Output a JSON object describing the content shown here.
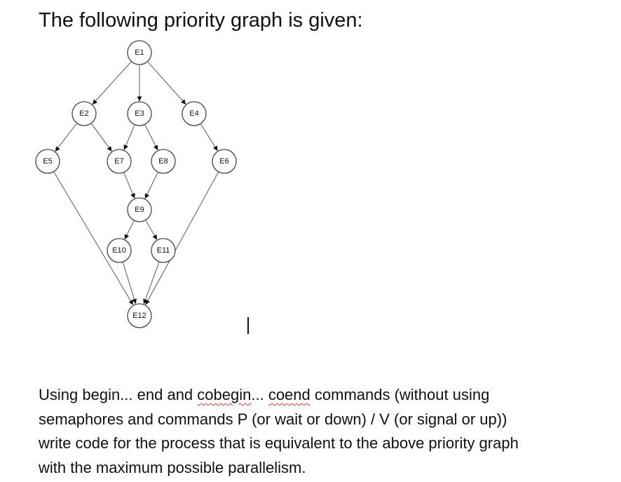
{
  "heading": "The following priority graph is given:",
  "graph": {
    "nodes": [
      "E1",
      "E2",
      "E3",
      "E4",
      "E5",
      "E6",
      "E7",
      "E8",
      "E9",
      "E10",
      "E11",
      "E12"
    ],
    "edges": [
      [
        "E1",
        "E2"
      ],
      [
        "E1",
        "E3"
      ],
      [
        "E1",
        "E4"
      ],
      [
        "E2",
        "E5"
      ],
      [
        "E2",
        "E7"
      ],
      [
        "E3",
        "E7"
      ],
      [
        "E3",
        "E8"
      ],
      [
        "E4",
        "E6"
      ],
      [
        "E7",
        "E9"
      ],
      [
        "E8",
        "E9"
      ],
      [
        "E9",
        "E10"
      ],
      [
        "E9",
        "E11"
      ],
      [
        "E5",
        "E12"
      ],
      [
        "E10",
        "E12"
      ],
      [
        "E11",
        "E12"
      ],
      [
        "E6",
        "E12"
      ]
    ]
  },
  "question": {
    "line1_a": "Using begin... end and ",
    "line1_b": "cobegin",
    "line1_c": "... ",
    "line1_d": "coend",
    "line1_e": " commands (without using",
    "line2": "semaphores and commands P (or wait or down) / V (or signal or up))",
    "line3": "write code for the process that is equivalent to the above priority graph",
    "line4": "with the maximum possible parallelism."
  }
}
